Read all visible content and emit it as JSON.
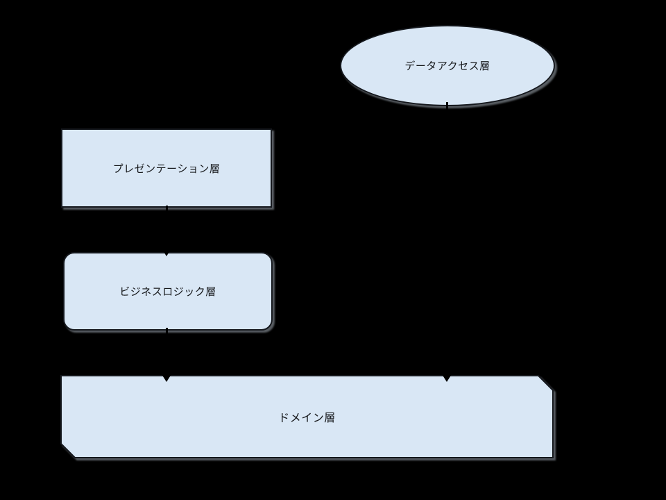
{
  "diagram": {
    "background_color": "#000000",
    "shape_fill_color": "#d9e7f5",
    "shape_stroke_color": "#15181d",
    "shadow_color": "#767c83",
    "text_color": "#16181b",
    "connector_color": "#000000",
    "nodes": [
      {
        "id": "data-access-layer",
        "shape": "ellipse",
        "label": "データアクセス層"
      },
      {
        "id": "presentation-layer",
        "shape": "rectangle",
        "label": "プレゼンテーション層"
      },
      {
        "id": "business-logic-layer",
        "shape": "rounded-rectangle",
        "label": "ビジネスロジック層"
      },
      {
        "id": "domain-layer",
        "shape": "card-cut-corners",
        "label": "ドメイン層"
      }
    ],
    "edges": [
      {
        "from": "presentation-layer",
        "to": "business-logic-layer",
        "direction": "down",
        "arrowhead": "filled-triangle"
      },
      {
        "from": "business-logic-layer",
        "to": "domain-layer",
        "direction": "down",
        "arrowhead": "filled-triangle"
      },
      {
        "from": "data-access-layer",
        "to": "domain-layer",
        "direction": "down",
        "arrowhead": "filled-triangle"
      }
    ]
  }
}
